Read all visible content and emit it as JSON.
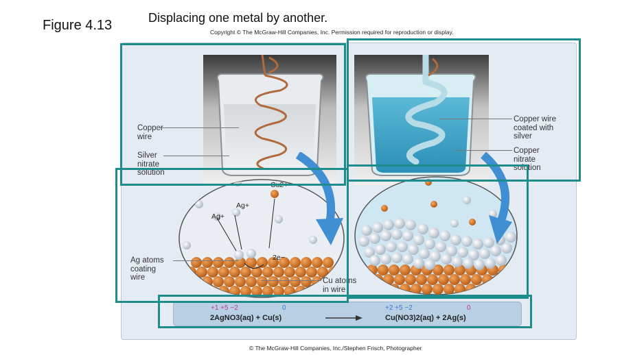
{
  "figure": {
    "label": "Figure 4.13",
    "title": "Displacing one metal by another."
  },
  "copyright_top": "Copyright © The McGraw-Hill Companies, Inc. Permission required for reproduction or display.",
  "copyright_bottom": "© The McGraw-Hill Companies, Inc./Stephen Frisch, Photographer",
  "left_labels": {
    "copper_wire": "Copper\nwire",
    "silver_nitrate": "Silver\nnitrate\nsolution"
  },
  "right_labels": {
    "coated_wire": "Copper wire\ncoated with\nsilver",
    "copper_nitrate": "Copper\nnitrate\nsolution"
  },
  "micro": {
    "cu2": "Cu2+",
    "ag1": "Ag+",
    "ag2": "Ag+",
    "electrons": "2e−",
    "ag_atoms": "Ag atoms\ncoating\nwire",
    "cu_atoms": "Cu atoms\nin wire"
  },
  "equation": {
    "ox_left": "+1 +5 −2",
    "ox_cu": "0",
    "ox_right": "+2 +5 −2",
    "ox_ag": "0",
    "reactants": "2AgNO3(aq) + Cu(s)",
    "products": "Cu(NO3)2(aq) + 2Ag(s)"
  },
  "colors": {
    "teal_box": "#1f8c8c",
    "ox_plus1": "#c0399a",
    "ox_zero": "#3a7bd5",
    "copper": "#d97a2b",
    "silver": "#dfe6ee"
  }
}
